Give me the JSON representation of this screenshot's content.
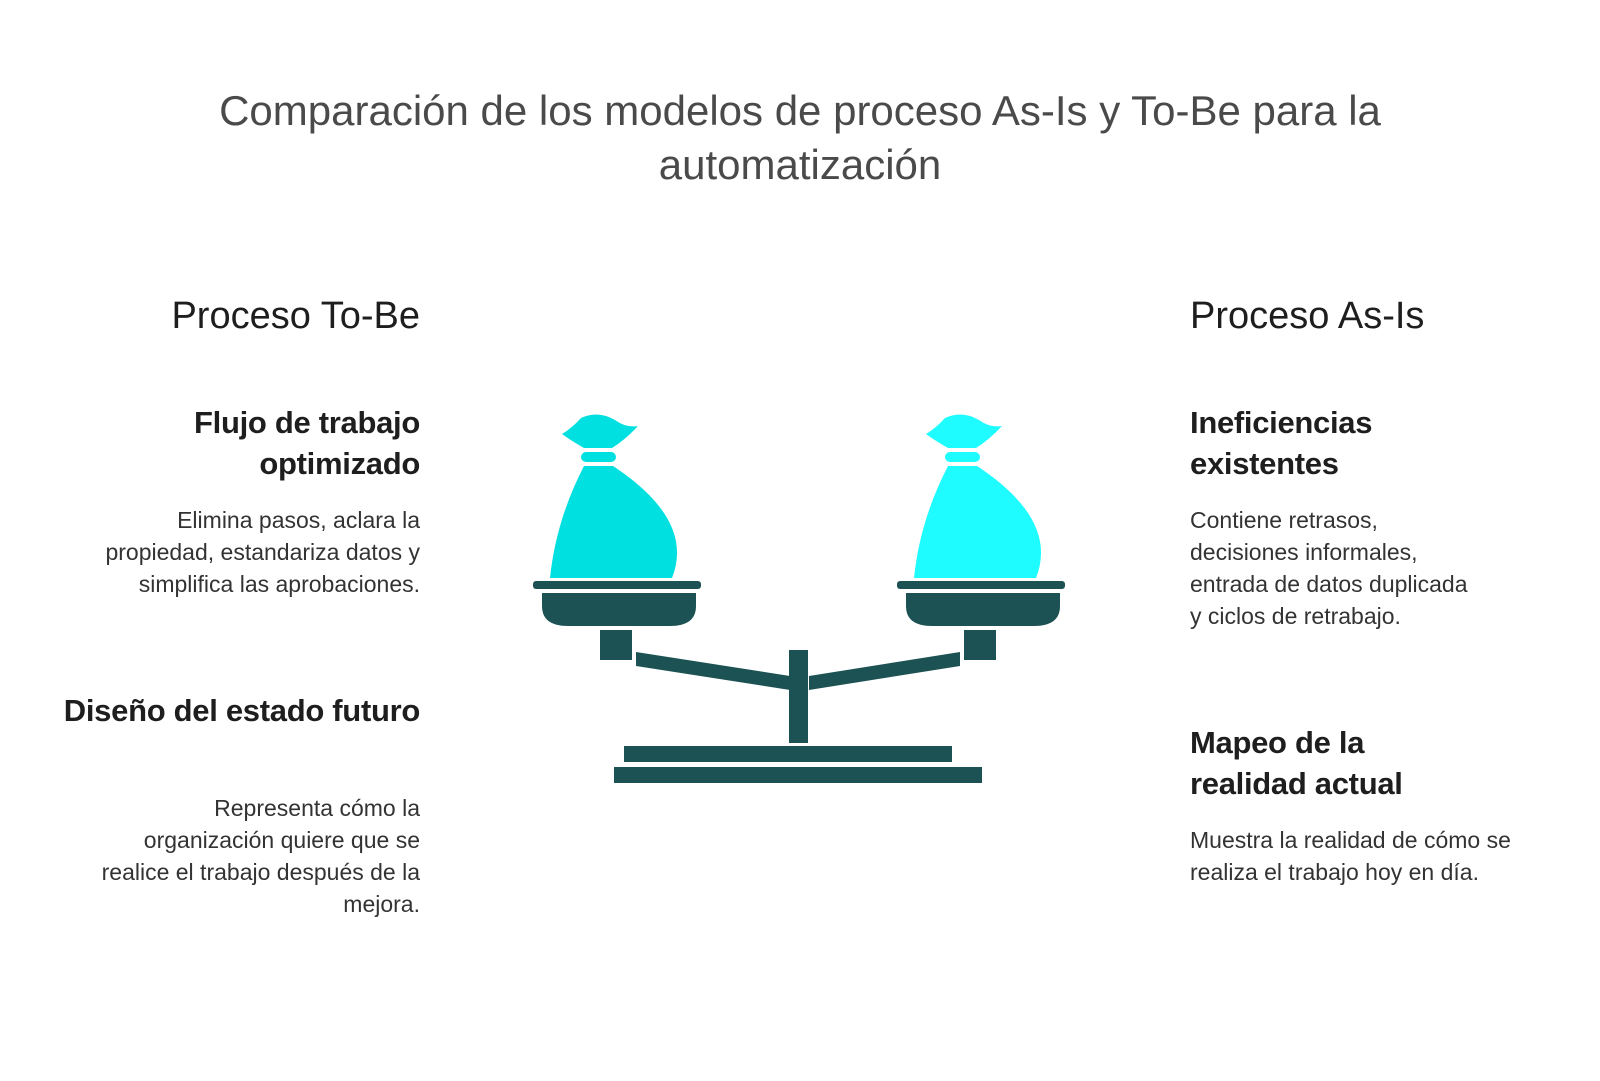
{
  "title": "Comparación de los modelos de proceso As-Is y To-Be para la automatización",
  "left": {
    "heading": "Proceso To-Be",
    "items": [
      {
        "title": "Flujo de trabajo optimizado",
        "desc": "Elimina pasos, aclara la propiedad, estandariza datos y simplifica las aprobaciones."
      },
      {
        "title": "Diseño del estado futuro",
        "desc": "Representa cómo la organización quiere que se realice el trabajo después de la mejora."
      }
    ]
  },
  "right": {
    "heading": "Proceso As-Is",
    "items": [
      {
        "title": "Ineficiencias existentes",
        "desc": "Contiene retrasos, decisiones informales, entrada de datos duplicada y ciclos de retrabajo."
      },
      {
        "title": "Mapeo de la realidad actual",
        "desc": "Muestra la realidad de cómo se realiza el trabajo hoy en día."
      }
    ]
  },
  "colors": {
    "scale": "#1c5253",
    "bag_left": "#00e0e0",
    "bag_right": "#1efcff",
    "title_text": "#4a4a4a"
  },
  "icons": {
    "balance": "balance-scale-icon",
    "bag_left": "money-bag-icon",
    "bag_right": "money-bag-icon"
  }
}
